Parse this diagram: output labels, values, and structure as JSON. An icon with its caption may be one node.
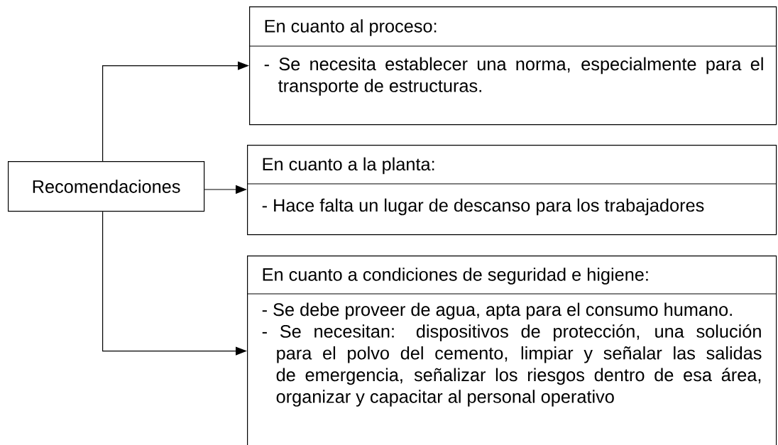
{
  "diagram": {
    "nodes": [
      {
        "text": [
          "Recomendaciones"
        ]
      },
      {
        "text": [
          "En cuanto al proceso:",
          "- Se necesita establecer una norma, especialmente para el transporte de estructuras."
        ]
      },
      {
        "text": [
          "En cuanto a la planta:",
          "- Hace falta un lugar de descanso para los trabajadores"
        ]
      },
      {
        "text": [
          "En cuanto a condiciones de seguridad e higiene:",
          "- Se debe proveer de agua, apta para el consumo humano.",
          "- Se necesitan: dispositivos de protección, una solución para el polvo del cemento, limpiar y señalar las salidas de emergencia, señalizar los riesgos dentro de esa área, organizar y capacitar al personal operativo"
        ]
      }
    ],
    "edges": [
      {
        "from": 0,
        "to": 1,
        "arrow": "to"
      },
      {
        "from": 0,
        "to": 2,
        "arrow": "to"
      },
      {
        "from": 0,
        "to": 3,
        "arrow": "to"
      }
    ]
  }
}
